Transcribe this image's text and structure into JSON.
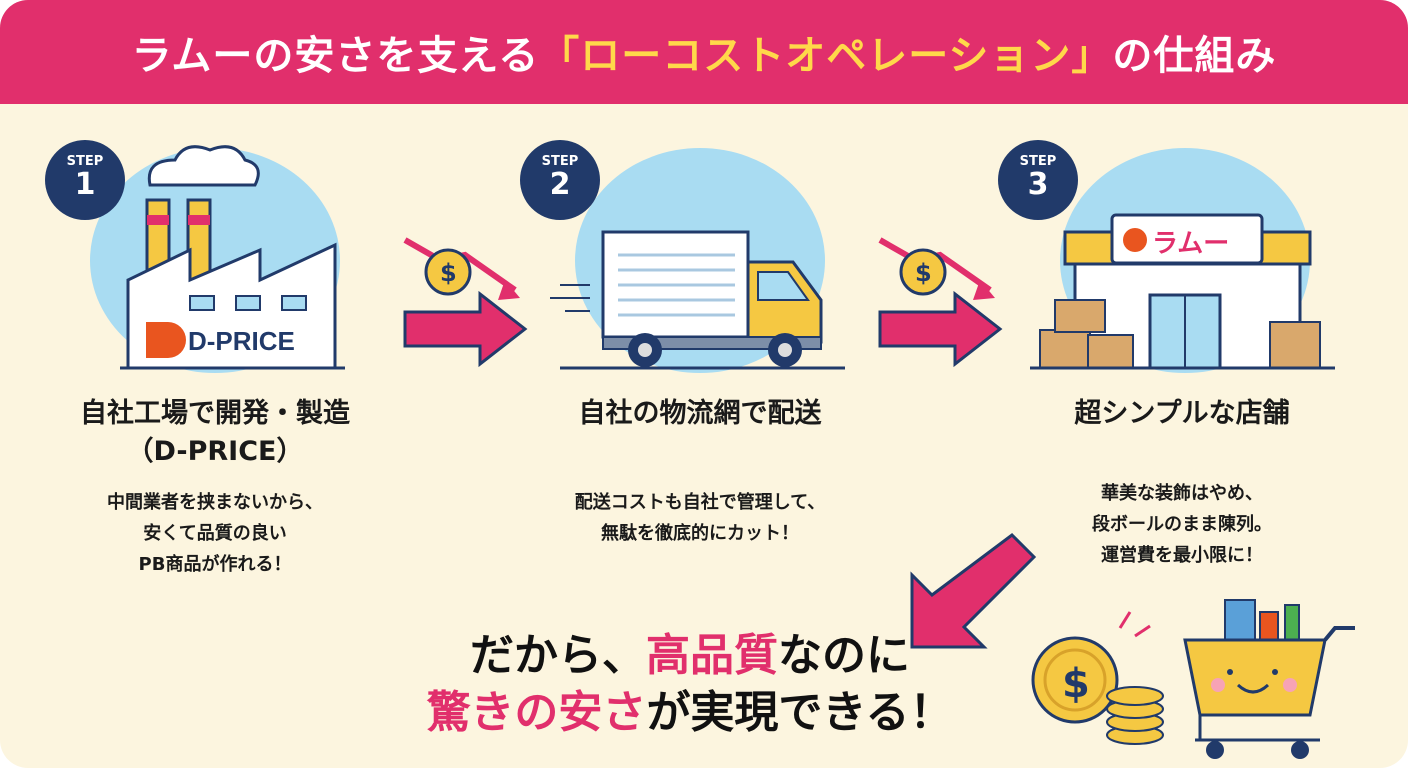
{
  "header": {
    "title_prefix": "ラムーの安さを支える",
    "title_highlight": "「ローコストオペレーション」",
    "title_suffix": "の仕組み"
  },
  "steps": [
    {
      "badge": "STEP",
      "number": "1",
      "title": "自社工場で開発・製造",
      "subtitle": "（D-PRICE）",
      "desc": [
        "中間業者を挟まないから、",
        "安くて品質の良い",
        "PB商品が作れる！"
      ],
      "brand": "D-PRICE"
    },
    {
      "badge": "STEP",
      "number": "2",
      "title": "自社の物流網で配送",
      "desc": [
        "配送コストも自社で管理して、",
        "無駄を徹底的にカット！"
      ]
    },
    {
      "badge": "STEP",
      "number": "3",
      "title": "超シンプルな店舗",
      "desc": [
        "華美な装飾はやめ、",
        "段ボールのまま陳列。",
        "運営費を最小限に！"
      ],
      "store_sign": "ラムー"
    }
  ],
  "conclusion": {
    "l1a": "だから、",
    "l1b": "高品質",
    "l1c": "なのに",
    "l2a": "驚きの安さ",
    "l2b": "が実現できる！"
  },
  "colors": {
    "accent": "#e12f6c",
    "navy": "#213a6a",
    "sky": "#a9dcf2",
    "yellow": "#f5c842",
    "bg": "#fcf5df"
  }
}
